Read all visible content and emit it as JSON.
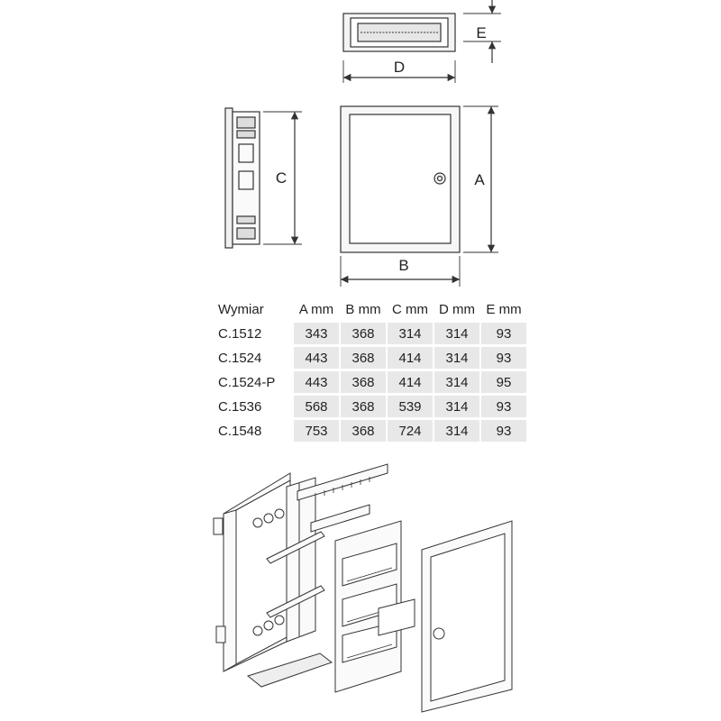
{
  "dimension_labels": {
    "a": "A",
    "b": "B",
    "c": "C",
    "d": "D",
    "e": "E"
  },
  "table": {
    "headers": [
      "Wymiar",
      "A mm",
      "B mm",
      "C mm",
      "D mm",
      "E mm"
    ],
    "rows": [
      [
        "C.1512",
        "343",
        "368",
        "314",
        "314",
        "93"
      ],
      [
        "C.1524",
        "443",
        "368",
        "414",
        "314",
        "93"
      ],
      [
        "C.1524-P",
        "443",
        "368",
        "414",
        "314",
        "95"
      ],
      [
        "C.1536",
        "568",
        "368",
        "539",
        "314",
        "93"
      ],
      [
        "C.1548",
        "753",
        "368",
        "724",
        "314",
        "93"
      ]
    ]
  }
}
